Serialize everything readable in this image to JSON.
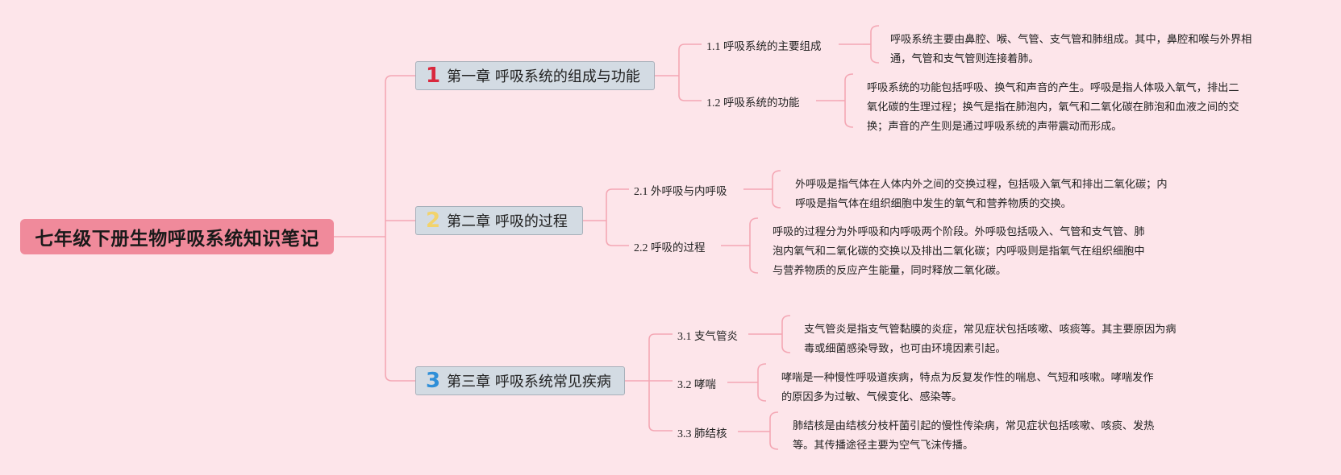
{
  "root": {
    "title": "七年级下册生物呼吸系统知识笔记"
  },
  "colors": {
    "line": "#f4a7b4",
    "root_bg": "#f08a9b",
    "chapter_bg": "#d3dbe3",
    "num1": "#d9283d",
    "num2": "#f2d36b",
    "num3": "#2f8fd8"
  },
  "chapters": [
    {
      "num": "1",
      "title": "第一章 呼吸系统的组成与功能",
      "sections": [
        {
          "num": "1.1",
          "title": "呼吸系统的主要组成",
          "desc": "呼吸系统主要由鼻腔、喉、气管、支气管和肺组成。其中，鼻腔和喉与外界相\n通，气管和支气管则连接着肺。"
        },
        {
          "num": "1.2",
          "title": "呼吸系统的功能",
          "desc": "呼吸系统的功能包括呼吸、换气和声音的产生。呼吸是指人体吸入氧气，排出二\n氧化碳的生理过程；换气是指在肺泡内，氧气和二氧化碳在肺泡和血液之间的交\n换；声音的产生则是通过呼吸系统的声带震动而形成。"
        }
      ]
    },
    {
      "num": "2",
      "title": "第二章 呼吸的过程",
      "sections": [
        {
          "num": "2.1",
          "title": "外呼吸与内呼吸",
          "desc": "外呼吸是指气体在人体内外之间的交换过程，包括吸入氧气和排出二氧化碳；内\n呼吸是指气体在组织细胞中发生的氧气和营养物质的交换。"
        },
        {
          "num": "2.2",
          "title": "呼吸的过程",
          "desc": "呼吸的过程分为外呼吸和内呼吸两个阶段。外呼吸包括吸入、气管和支气管、肺\n泡内氧气和二氧化碳的交换以及排出二氧化碳；内呼吸则是指氧气在组织细胞中\n与营养物质的反应产生能量，同时释放二氧化碳。"
        }
      ]
    },
    {
      "num": "3",
      "title": "第三章 呼吸系统常见疾病",
      "sections": [
        {
          "num": "3.1",
          "title": "支气管炎",
          "desc": "支气管炎是指支气管黏膜的炎症，常见症状包括咳嗽、咳痰等。其主要原因为病\n毒或细菌感染导致，也可由环境因素引起。"
        },
        {
          "num": "3.2",
          "title": "哮喘",
          "desc": "哮喘是一种慢性呼吸道疾病，特点为反复发作性的喘息、气短和咳嗽。哮喘发作\n的原因多为过敏、气候变化、感染等。"
        },
        {
          "num": "3.3",
          "title": "肺结核",
          "desc": "肺结核是由结核分枝杆菌引起的慢性传染病，常见症状包括咳嗽、咳痰、发热\n等。其传播途径主要为空气飞沫传播。"
        }
      ]
    }
  ]
}
